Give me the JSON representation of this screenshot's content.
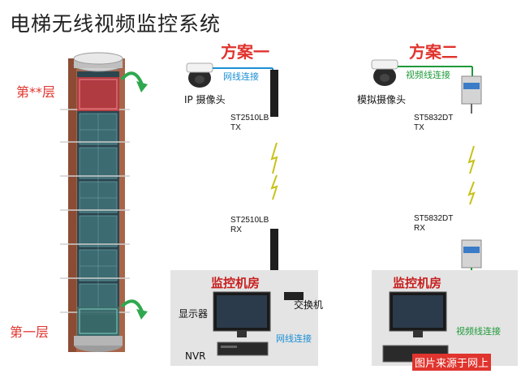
{
  "title": "电梯无线视频监控系统",
  "floors": {
    "top": "第**层",
    "bottom": "第一层"
  },
  "scheme1": {
    "title": "方案一",
    "camera": "IP 摄像头",
    "link_top": "网线连接",
    "tx": [
      "ST2510LB",
      "TX"
    ],
    "rx": [
      "ST2510LB",
      "RX"
    ],
    "room_title": "监控机房",
    "monitor": "显示器",
    "switch": "交换机",
    "link_bottom": "网线连接",
    "nvr": "NVR"
  },
  "scheme2": {
    "title": "方案二",
    "camera": "模拟摄像头",
    "link_top": "视频线连接",
    "tx": [
      "ST5832DT",
      "TX"
    ],
    "rx": [
      "ST5832DT",
      "RX"
    ],
    "room_title": "监控机房",
    "link_bottom": "视频线连接"
  },
  "watermark": "图片来源于网上",
  "colors": {
    "accent_red": "#e0342e",
    "network_blue": "#1a8fd6",
    "video_green": "#1f9a3a",
    "room_gray": "#e4e4e4"
  }
}
